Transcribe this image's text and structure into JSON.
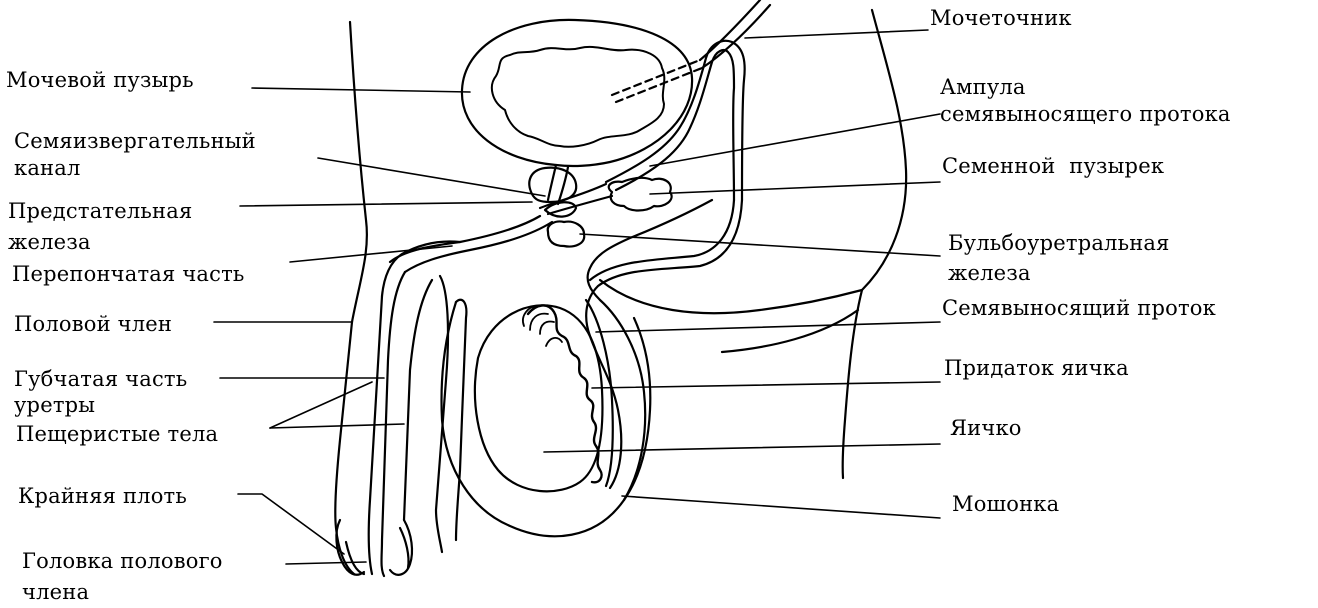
{
  "labels": {
    "ureter": "Мочеточник",
    "bladder": "Мочевой пузырь",
    "ampulla": "Ампула\nсемявыносящего протока",
    "ejaculatory": "Семяизвергательный\nканал",
    "vesicle": "Семенной  пузырек",
    "prostate": "Предстательная\nжелеза",
    "bulbo": "Бульбоуретральная\nжелеза",
    "membranous": "Перепончатая часть",
    "penis": "Половой член",
    "vas": "Семявыносящий проток",
    "spongy": "Губчатая часть\nуретры",
    "epididymis": "Придаток яичка",
    "cavernous": "Пещеристые тела",
    "testis": "Яичко",
    "foreskin": "Крайняя плоть",
    "scrotum": "Мошонка",
    "glans": "Головка полового\nчлена"
  },
  "colors": {
    "ink": "#000000",
    "background": "#ffffff"
  }
}
